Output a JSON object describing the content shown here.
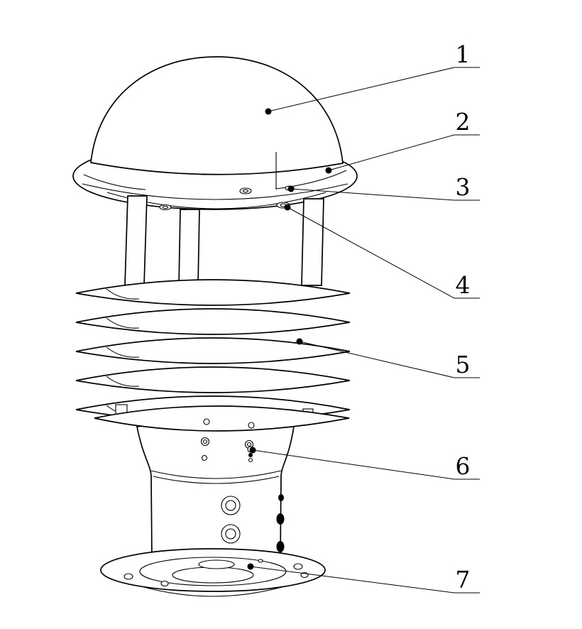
{
  "figure": {
    "background": "#ffffff",
    "line_color": "#000000",
    "callouts": [
      {
        "label": "1"
      },
      {
        "label": "2"
      },
      {
        "label": "3"
      },
      {
        "label": "4"
      },
      {
        "label": "5"
      },
      {
        "label": "6"
      },
      {
        "label": "7"
      }
    ]
  }
}
